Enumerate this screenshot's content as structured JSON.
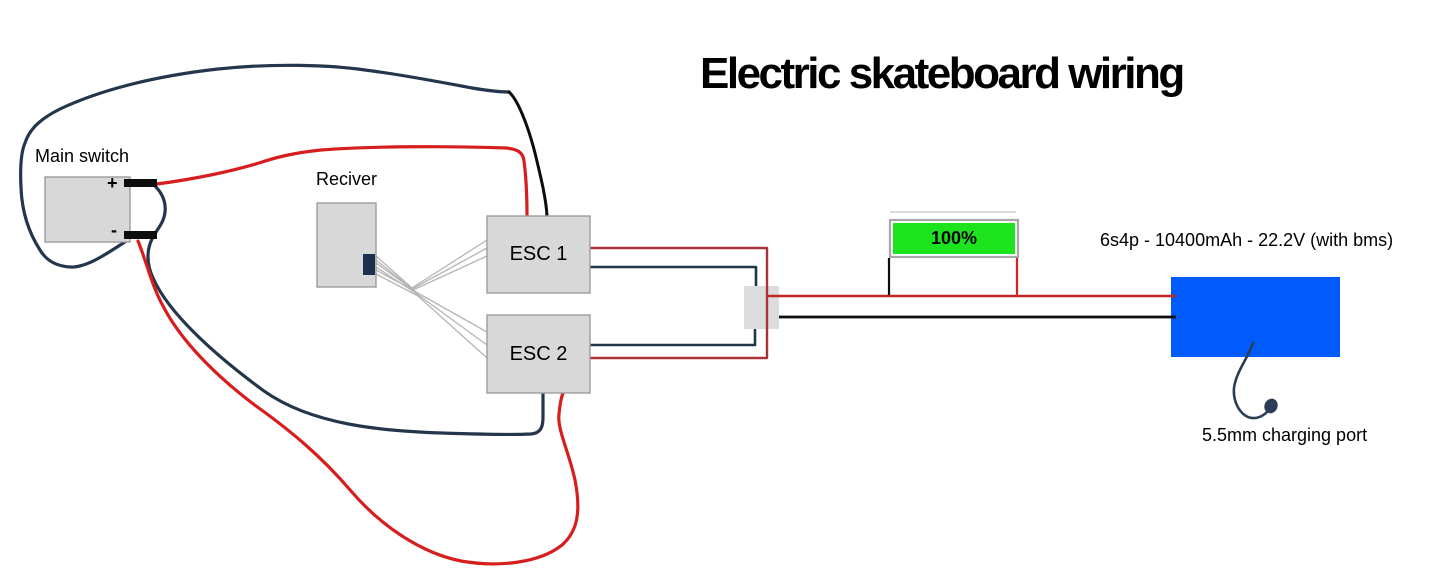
{
  "title": "Electric skateboard wiring",
  "labels": {
    "main_switch": "Main switch",
    "plus": "+",
    "minus": "-",
    "receiver": "Reciver",
    "esc1": "ESC 1",
    "esc2": "ESC 2",
    "battery_level": "100%",
    "battery_spec": "6s4p - 10400mAh - 22.2V (with bms)",
    "charging_port": "5.5mm charging port"
  },
  "colors": {
    "wire_red": "#d71e1e",
    "wire_red_dark": "#a8343a",
    "wire_navy": "#24364b",
    "wire_black": "#0d0d0d",
    "battery_blue": "#005bfa",
    "indicator_green": "#1ce41c",
    "component_fill": "#d8d8d8",
    "component_border": "#9c9c9c",
    "signal_wire_gray": "#b5b5b5"
  }
}
